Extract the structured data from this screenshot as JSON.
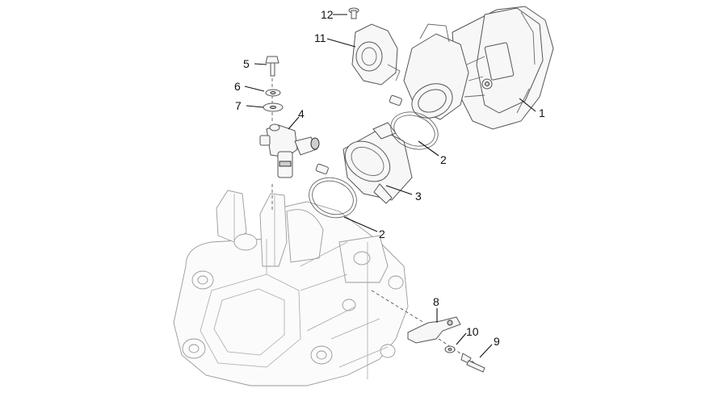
{
  "diagram": {
    "callouts": [
      {
        "label": "1"
      },
      {
        "label": "2"
      },
      {
        "label": "2"
      },
      {
        "label": "3"
      },
      {
        "label": "4"
      },
      {
        "label": "5"
      },
      {
        "label": "6"
      },
      {
        "label": "7"
      },
      {
        "label": "8"
      },
      {
        "label": "9"
      },
      {
        "label": "10"
      },
      {
        "label": "11"
      },
      {
        "label": "12"
      }
    ]
  }
}
